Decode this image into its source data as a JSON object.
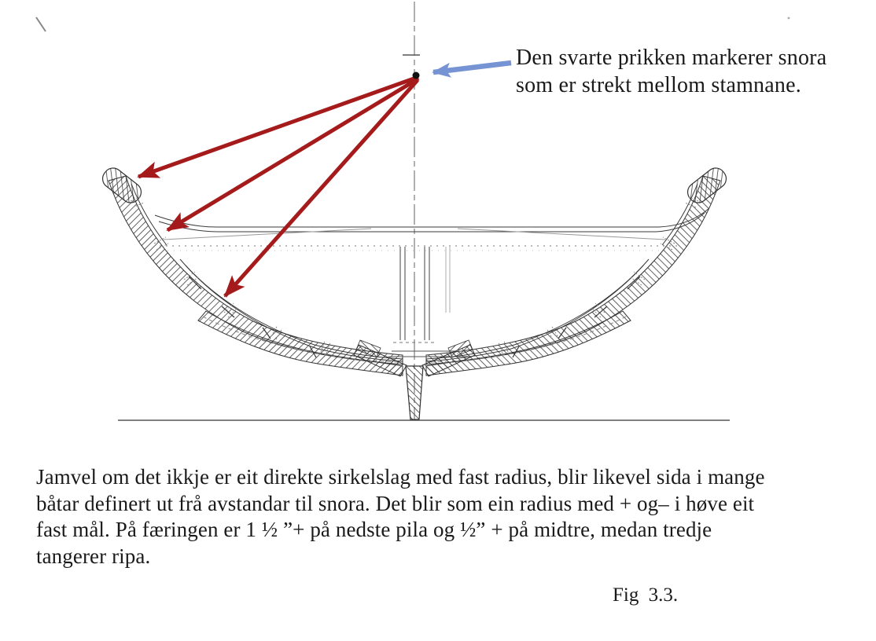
{
  "colors": {
    "arrow-red": "#a51b1b",
    "arrow-blue": "#7693d4",
    "ink": "#1a1a1a",
    "line-dark": "#3a3a3a",
    "line-mid": "#666666",
    "line-light": "#999999",
    "bg": "#ffffff"
  },
  "note": {
    "line1": "Den svarte prikken markerer snora",
    "line2": "som er strekt mellom stamnane."
  },
  "paragraph": {
    "line1": "Jamvel om det ikkje er eit direkte sirkelslag med fast radius, blir likevel sida i mange",
    "line2": "båtar definert ut frå avstandar til snora. Det blir som ein radius med + og– i høve eit",
    "line3": "fast mål. På færingen er 1 ½ ”+ på nedste pila og ½” + på midtre, medan tredje",
    "line4": "tangerer ripa."
  },
  "caption": "Fig 3.3.",
  "figure": {
    "dot_meaning": "snora (string stretched between the stems)",
    "red_arrow_count": "3"
  }
}
